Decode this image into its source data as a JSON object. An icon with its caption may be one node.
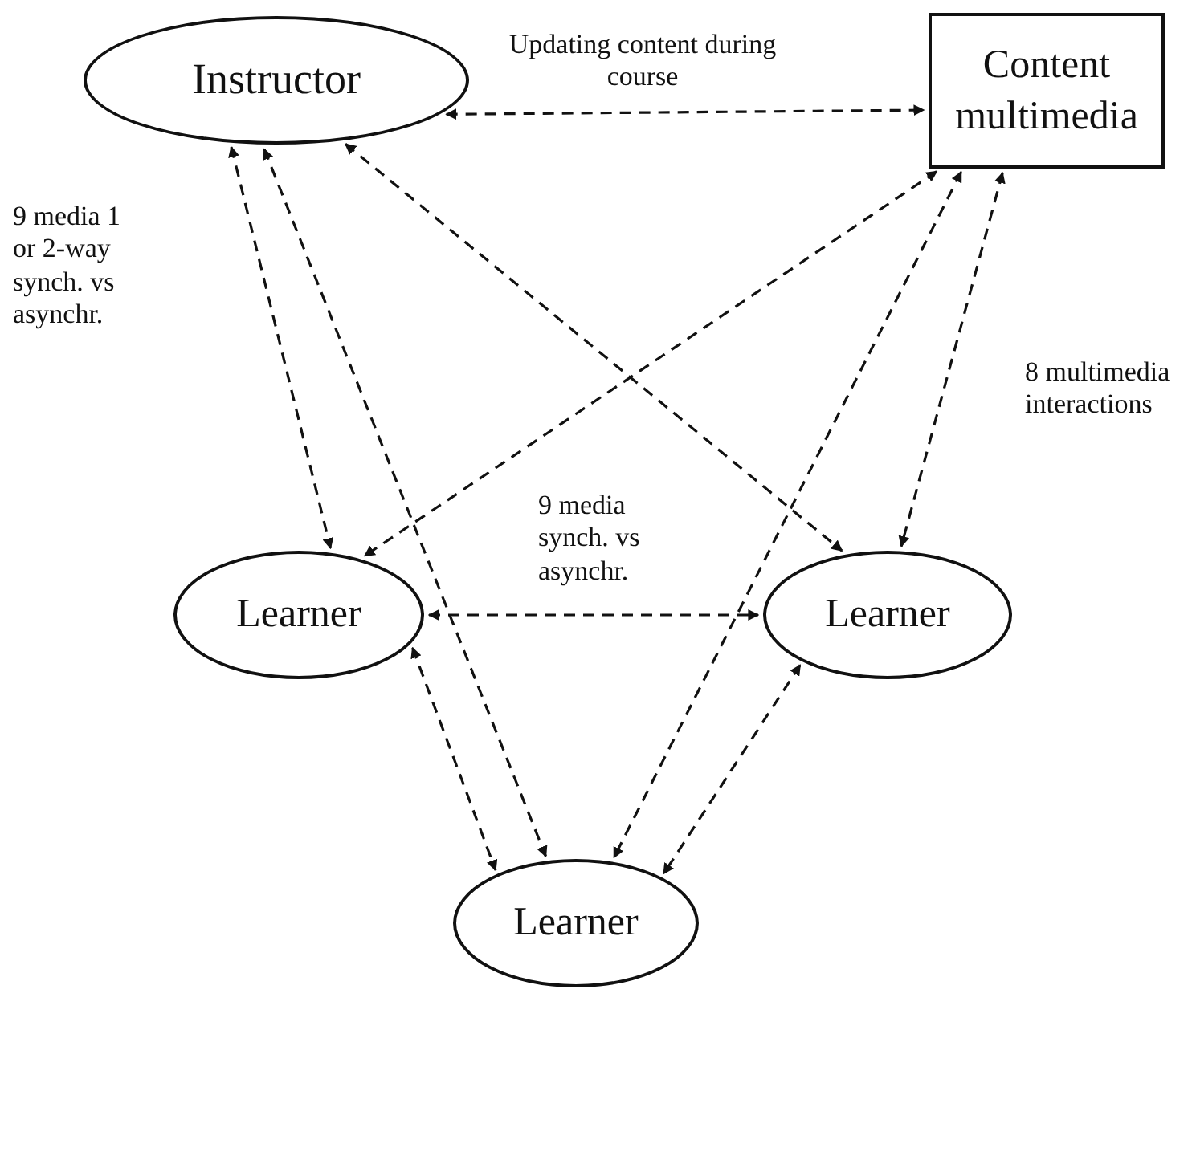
{
  "diagram": {
    "nodes": [
      {
        "text": [
          "Instructor"
        ]
      },
      {
        "text": [
          "Content multimedia"
        ]
      },
      {
        "text": [
          "Learner"
        ]
      },
      {
        "text": [
          "Learner"
        ]
      },
      {
        "text": [
          "Learner"
        ]
      }
    ],
    "edges": [
      {
        "from": 0,
        "to": 1,
        "arrow": "both",
        "style": "dashed",
        "label": "Updating content during course"
      },
      {
        "from": 0,
        "to": 2,
        "arrow": "both",
        "style": "dashed",
        "label": "9 media 1 or 2-way synch. vs asynchr."
      },
      {
        "from": 0,
        "to": 4,
        "arrow": "both",
        "style": "dashed"
      },
      {
        "from": 0,
        "to": 3,
        "arrow": "both",
        "style": "dashed"
      },
      {
        "from": 1,
        "to": 2,
        "arrow": "both",
        "style": "dashed"
      },
      {
        "from": 1,
        "to": 4,
        "arrow": "both",
        "style": "dashed"
      },
      {
        "from": 1,
        "to": 3,
        "arrow": "both",
        "style": "dashed",
        "label": "8 multimedia interactions"
      },
      {
        "from": 2,
        "to": 3,
        "arrow": "both",
        "style": "dashed",
        "label": "9 media synch. vs asynchr."
      },
      {
        "from": 2,
        "to": 4,
        "arrow": "both",
        "style": "dashed"
      },
      {
        "from": 3,
        "to": 4,
        "arrow": "both",
        "style": "dashed"
      }
    ]
  }
}
